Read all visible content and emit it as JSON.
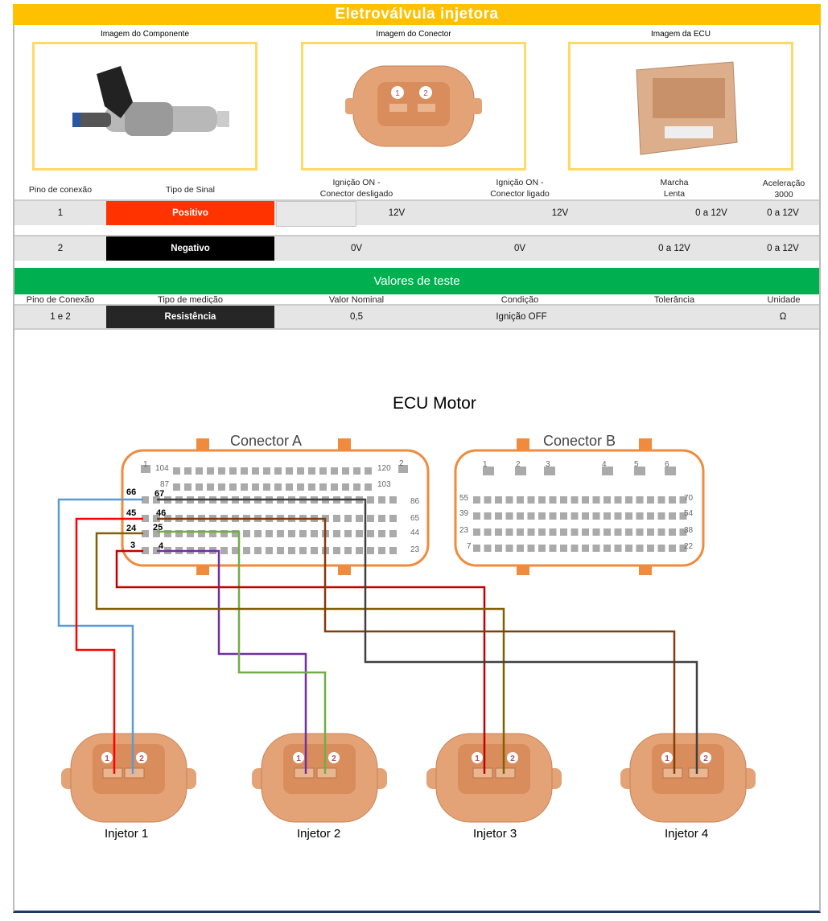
{
  "title": "Eletroválvula injetora",
  "images": {
    "component": "Imagem do Componente",
    "connector": "Imagem do Conector",
    "ecu": "Imagem da ECU"
  },
  "signal_table": {
    "headers": [
      "Pino de conexão",
      "Tipo de Sinal",
      "Ignição ON -\nConector desligado",
      "Ignição ON -\nConector ligado",
      "Marcha\nLenta",
      "Aceleração\n3000"
    ],
    "rows": [
      {
        "pin": "1",
        "type": "Positivo",
        "type_color": "#ff3300",
        "ign_off": "12V",
        "ign_on": "12V",
        "idle": "0 a 12V",
        "accel": "0 a 12V"
      },
      {
        "pin": "2",
        "type": "Negativo",
        "type_color": "#000000",
        "ign_off": "0V",
        "ign_on": "0V",
        "idle": "0 a 12V",
        "accel": "0 a 12V"
      }
    ]
  },
  "test_section": {
    "title": "Valores de teste",
    "headers": [
      "Pino de Conexão",
      "Tipo de medição",
      "Valor Nominal",
      "Condição",
      "Tolerância",
      "Unidade"
    ],
    "row": {
      "pin": "1 e 2",
      "type": "Resistência",
      "nominal": "0,5",
      "condition": "Ignição OFF",
      "tolerance": "",
      "unit": "Ω"
    }
  },
  "diagram": {
    "title": "ECU Motor",
    "connector_a": "Conector A",
    "connector_b": "Conector B",
    "a_labels": [
      "1",
      "2",
      "104",
      "120",
      "87",
      "103",
      "86",
      "65",
      "44",
      "23"
    ],
    "a_pins": [
      "66",
      "67",
      "45",
      "46",
      "24",
      "25",
      "3",
      "4"
    ],
    "b_labels": [
      "1",
      "2",
      "3",
      "4",
      "5",
      "6",
      "55",
      "70",
      "39",
      "54",
      "23",
      "38",
      "7",
      "22"
    ],
    "injectors": [
      "Injetor 1",
      "Injetor 2",
      "Injetor 3",
      "Injetor 4"
    ],
    "pin_numbers": [
      "1",
      "2"
    ]
  }
}
